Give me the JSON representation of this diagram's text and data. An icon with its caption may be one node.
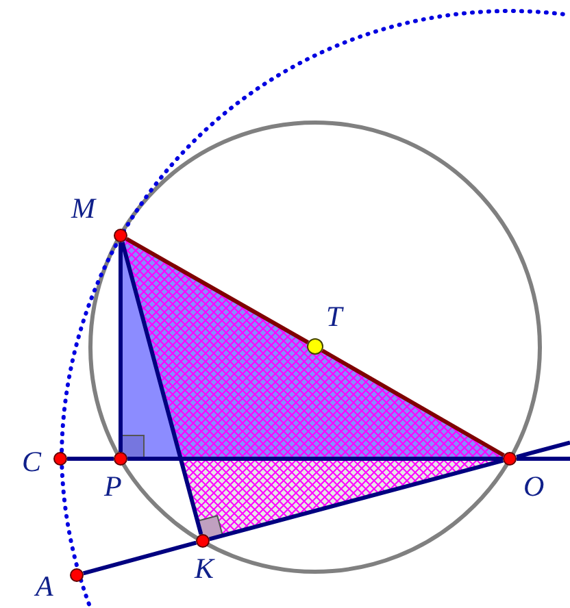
{
  "diagram": {
    "nodes": [
      {
        "text": [],
        "shape": "circle",
        "beside": [
          "M"
        ]
      },
      {
        "text": [],
        "shape": "circle",
        "beside": [
          "T"
        ]
      },
      {
        "text": [],
        "shape": "circle",
        "beside": [
          "C"
        ]
      },
      {
        "text": [],
        "shape": "circle",
        "beside": [
          "P"
        ]
      },
      {
        "text": [],
        "shape": "circle",
        "beside": [
          "O"
        ]
      },
      {
        "text": [],
        "shape": "circle",
        "beside": [
          "K"
        ]
      },
      {
        "text": [],
        "shape": "circle",
        "beside": [
          "A"
        ]
      }
    ],
    "edges": [
      {
        "from": 0,
        "to": 1,
        "arrow": "none",
        "color": "#800000"
      },
      {
        "from": 1,
        "to": 4,
        "arrow": "none",
        "color": "#800000"
      },
      {
        "from": 0,
        "to": 3,
        "arrow": "none"
      },
      {
        "from": 0,
        "to": 5,
        "arrow": "none"
      },
      {
        "from": 2,
        "to": 3,
        "arrow": "none"
      },
      {
        "from": 3,
        "to": 4,
        "arrow": "none"
      },
      {
        "from": 6,
        "to": 5,
        "arrow": "none"
      },
      {
        "from": 5,
        "to": 4,
        "arrow": "none"
      }
    ]
  }
}
